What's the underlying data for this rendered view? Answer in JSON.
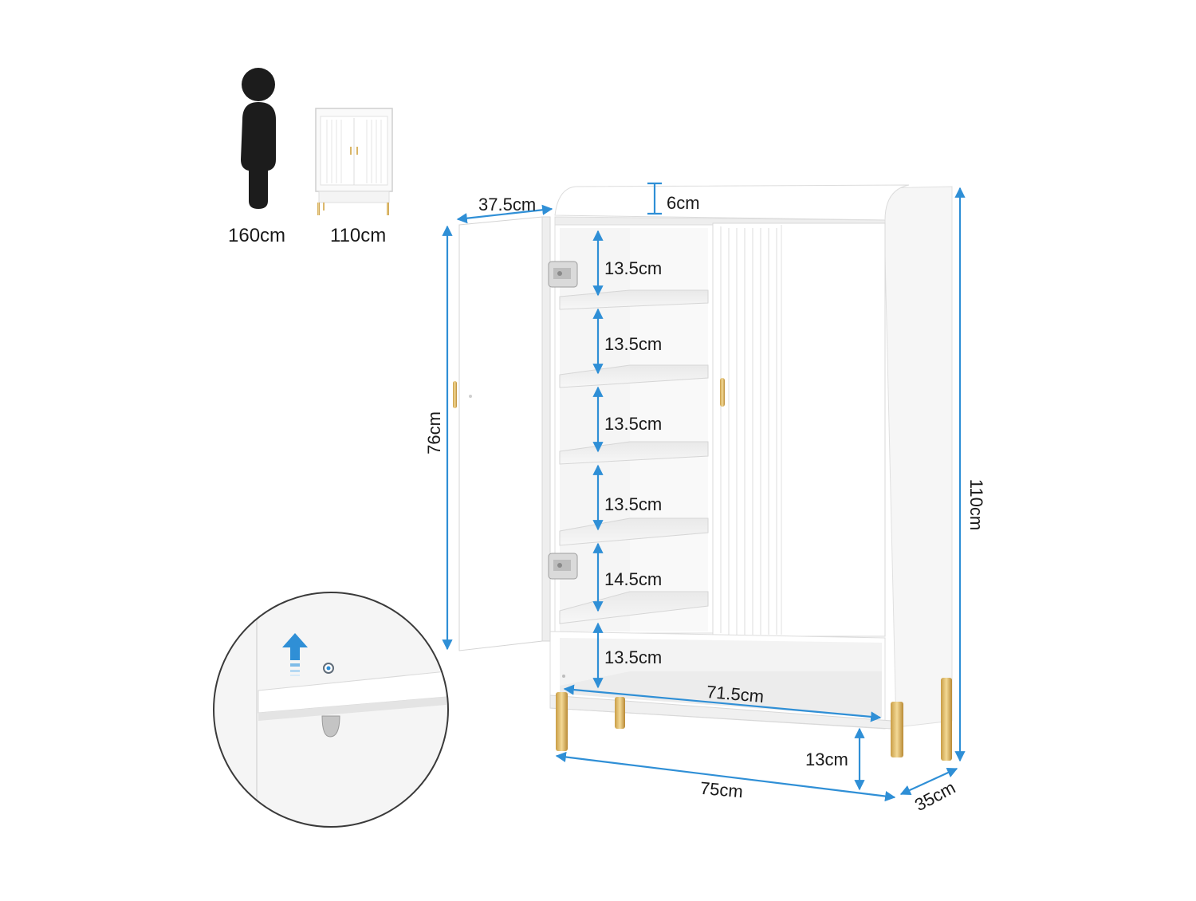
{
  "scale": {
    "person_height": "160cm",
    "cabinet_height": "110cm"
  },
  "dimensions": {
    "top_ledge": "6cm",
    "door_depth": "37.5cm",
    "door_height": "76cm",
    "total_height": "110cm",
    "shelf_gaps": [
      "13.5cm",
      "13.5cm",
      "13.5cm",
      "13.5cm",
      "14.5cm",
      "13.5cm"
    ],
    "inner_width": "71.5cm",
    "leg_height": "13cm",
    "total_width": "75cm",
    "total_depth": "35cm"
  },
  "colors": {
    "dimension_line": "#2f8fd6",
    "cabinet": "#ffffff",
    "cabinet_edge": "#d9d9d9",
    "gold_leg": "#d9b566",
    "person": "#1c1c1c"
  }
}
